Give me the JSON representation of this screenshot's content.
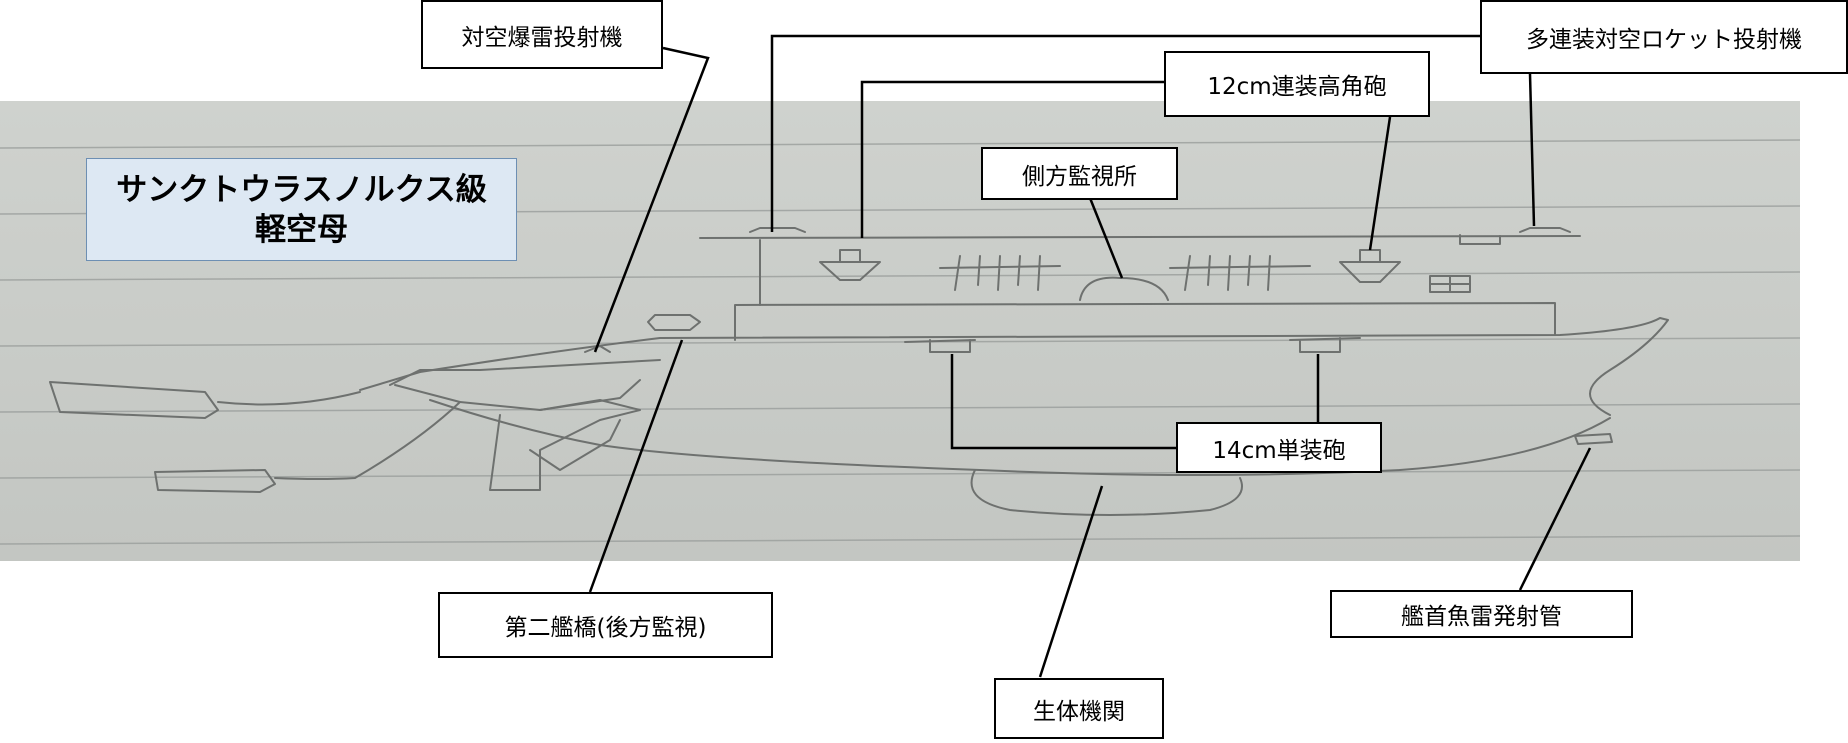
{
  "title": {
    "line1": "サンクトウラスノルクス級",
    "line2": "軽空母"
  },
  "labels": {
    "depth_charge_launcher": "対空爆雷投射機",
    "rocket_launcher": "多連装対空ロケット投射機",
    "twin_12cm_aa_gun": "12cm連装高角砲",
    "side_lookout": "側方監視所",
    "single_14cm_gun": "14cm単装砲",
    "second_bridge": "第二艦橋(後方監視)",
    "bow_torpedo_tubes": "艦首魚雷発射管",
    "bio_engine": "生体機関"
  }
}
